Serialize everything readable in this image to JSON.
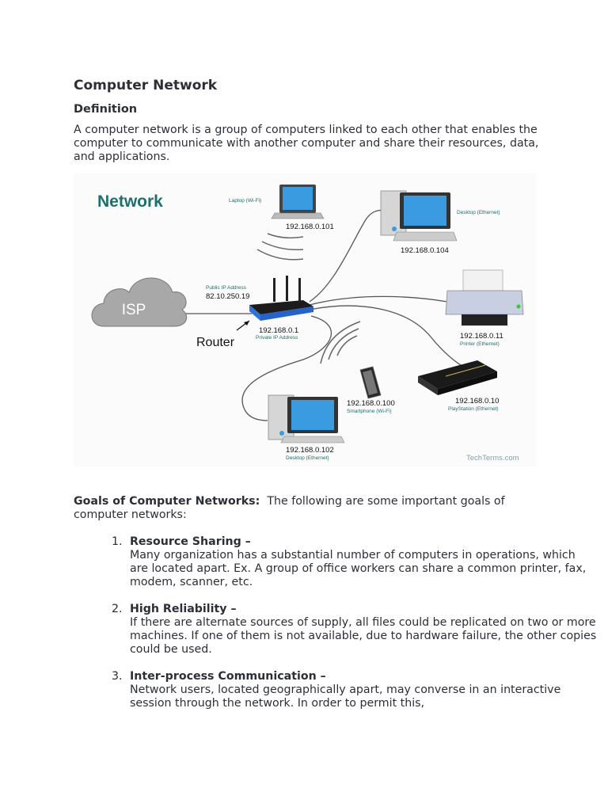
{
  "title": "Computer Network",
  "definition_heading": "Definition",
  "definition_text": "A computer network is a group of computers linked to each other that enables the computer to communicate with another computer and share their resources, data, and applications.",
  "figure": {
    "heading": "Network",
    "isp": "ISP",
    "router_label": "Router",
    "public_ip_label": "Public IP Address",
    "public_ip": "82.10.250.19",
    "private_ip": "192.168.0.1",
    "private_ip_label": "Private IP Address",
    "laptop_label": "Laptop (Wi-Fi)",
    "laptop_ip": "192.168.0.101",
    "desktop1_label": "Desktop (Ethernet)",
    "desktop1_ip": "192.168.0.104",
    "printer_ip": "192.168.0.11",
    "printer_label": "Printer (Ethernet)",
    "smartphone_ip": "192.168.0.100",
    "smartphone_label": "Smartphone (Wi-Fi)",
    "playstation_ip": "192.168.0.10",
    "playstation_label": "PlayStation (Ethernet)",
    "desktop2_ip": "192.168.0.102",
    "desktop2_label": "Desktop (Ethernet)",
    "credit": "TechTerms.com",
    "colors": {
      "heading": "#1e6f6a",
      "router": "#2563c9",
      "cloud": "#a8a8a8",
      "screen": "#3a9be0"
    }
  },
  "goals_heading": "Goals of Computer Networks:",
  "goals_intro": "The following are some important goals of computer networks:",
  "goals": [
    {
      "num": "1.",
      "title": "Resource Sharing –",
      "text": "Many organization has a substantial number of computers in operations, which are located apart. Ex. A group of office workers can share a common printer, fax, modem, scanner, etc."
    },
    {
      "num": "2.",
      "title": "High Reliability –",
      "text": "If there are alternate sources of supply, all files could be replicated on two or more machines. If one of them is not available, due to hardware failure, the other copies could be used."
    },
    {
      "num": "3.",
      "title": "Inter-process Communication –",
      "text": "Network users, located geographically apart, may converse in an interactive session through the network. In order to permit this,"
    }
  ]
}
